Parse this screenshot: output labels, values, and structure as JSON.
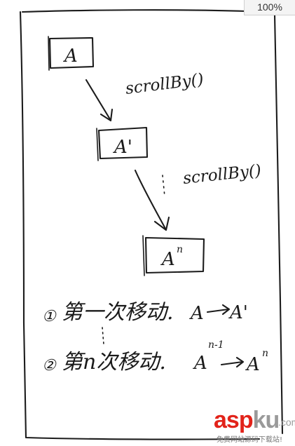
{
  "zoom_level": "100%",
  "diagram": {
    "nodes": [
      {
        "id": "a",
        "label": "A"
      },
      {
        "id": "a1",
        "label": "A'"
      },
      {
        "id": "an",
        "label": "A",
        "sup": "n"
      }
    ],
    "edge_labels": [
      "scrollBy()",
      "scrollBy()"
    ],
    "steps": [
      {
        "marker": "①",
        "text": "第一次移动.",
        "from": "A",
        "to": "A'"
      },
      {
        "marker": "②",
        "text": "第n次移动.",
        "from": "A",
        "from_sup": "n-1",
        "to": "A",
        "to_sup": "n"
      }
    ]
  },
  "watermark": {
    "brand_red": "asp",
    "brand_gray": "ku",
    "brand_dot": ".com",
    "tagline": "免费网站源码下载站!",
    "colors": {
      "red": "#e2231a",
      "gray": "#9a9a9a"
    }
  }
}
